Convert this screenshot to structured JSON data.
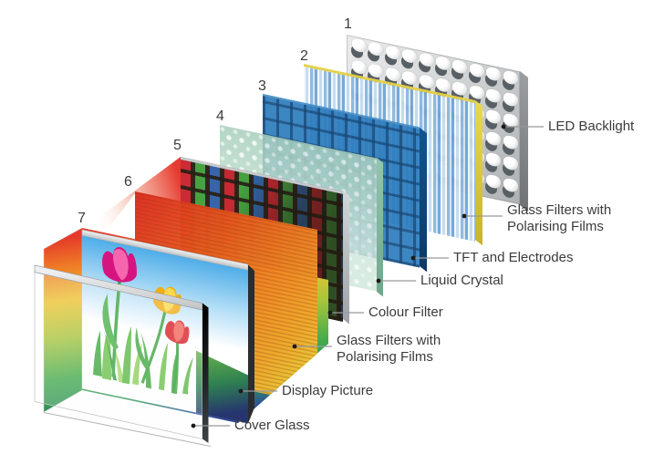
{
  "figure": {
    "type": "diagram",
    "subject": "Exploded view of LCD display layers",
    "layers": [
      {
        "number": "1",
        "label": "LED Backlight"
      },
      {
        "number": "2",
        "label": "Glass Filters with Polarising Films"
      },
      {
        "number": "3",
        "label": "TFT and Electrodes"
      },
      {
        "number": "4",
        "label": "Liquid Crystal"
      },
      {
        "number": "5",
        "label": "Colour Filter"
      },
      {
        "number": "6",
        "label": "Glass Filters with Polarising Films"
      },
      {
        "number": "7",
        "label": "Cover Glass"
      }
    ],
    "callouts": [
      {
        "id": "led-backlight",
        "line1": "LED Backlight",
        "line2": ""
      },
      {
        "id": "glass-filters-upper",
        "line1": "Glass Filters with",
        "line2": "Polarising Films"
      },
      {
        "id": "tft-electrodes",
        "line1": "TFT and Electrodes",
        "line2": ""
      },
      {
        "id": "liquid-crystal",
        "line1": "Liquid Crystal",
        "line2": ""
      },
      {
        "id": "colour-filter",
        "line1": "Colour Filter",
        "line2": ""
      },
      {
        "id": "glass-filters-lower",
        "line1": "Glass Filters with",
        "line2": "Polarising Films"
      },
      {
        "id": "display-picture",
        "line1": "Display Picture",
        "line2": ""
      },
      {
        "id": "cover-glass",
        "line1": "Cover Glass",
        "line2": ""
      }
    ],
    "colors": {
      "background": "#ffffff",
      "label_text": "#3b3b3d",
      "leader_line": "#97999b",
      "backlight_gray": "#d7d9da",
      "polariser_stripe_blue": "#8db8e0",
      "polariser_edge_yellow": "#e3d149",
      "tft_blue": "#1d70b8",
      "liquid_crystal_green": "#b9dcc9",
      "colour_filter_red": "#c8202a",
      "colour_filter_green": "#3f9e38",
      "colour_filter_blue": "#2a5ea6",
      "film_orange": "#f08a25",
      "film_red": "#dd2b20",
      "rainbow_green": "#43aa4c",
      "rainbow_blue": "#1f2a66",
      "sky_blue": "#4fade8",
      "tulip_pink": "#d61480",
      "tulip_yellow": "#f0ad12",
      "tulip_red": "#d81f24"
    }
  }
}
